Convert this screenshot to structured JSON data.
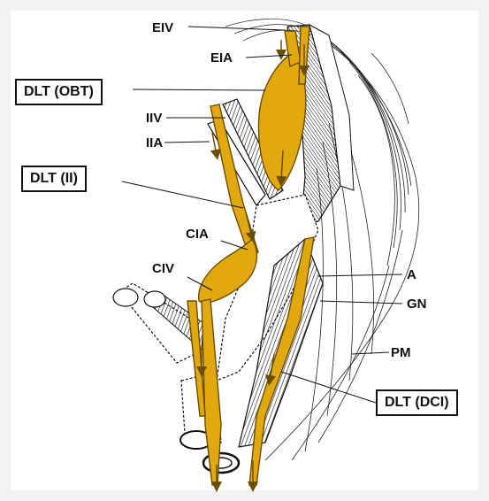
{
  "labels": {
    "eiv": "EIV",
    "eia": "EIA",
    "dlt_obt": "DLT (OBT)",
    "iiv": "IIV",
    "iia": "IIA",
    "dlt_ii": "DLT (II)",
    "cia": "CIA",
    "civ": "CIV",
    "a": "A",
    "gn": "GN",
    "pm": "PM",
    "dlt_dci": "DLT (DCI)"
  },
  "colors": {
    "lymph_trunk": "#e1a80f",
    "lymph_stroke": "#6b4d00",
    "line": "#111111",
    "background": "#f2f2f2"
  }
}
